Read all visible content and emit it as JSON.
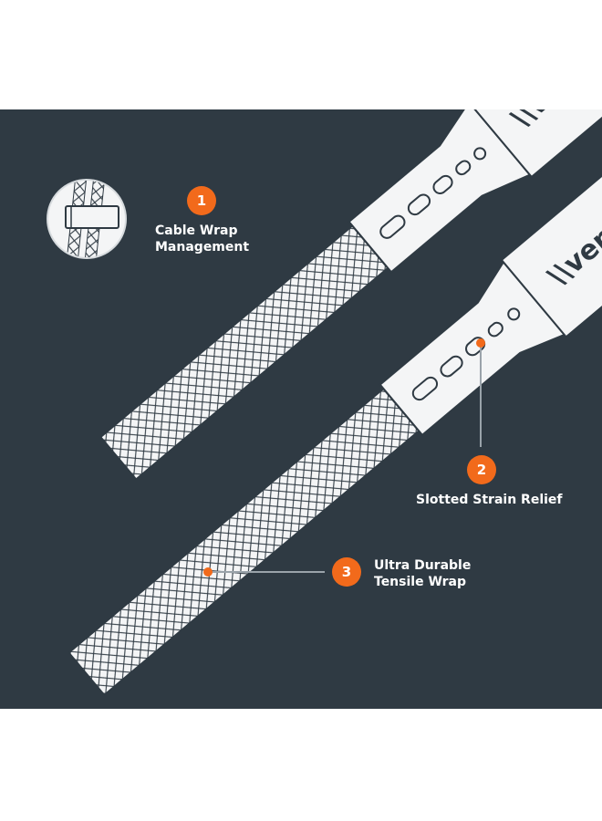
{
  "colors": {
    "background": "#ffffff",
    "panel": "#2f3a43",
    "accent": "#f26a1b",
    "cable": "#f4f5f6",
    "outline": "#2f3a43",
    "leader": "#9aa3aa"
  },
  "brand": {
    "logo_text": "ventev",
    "logo_prefix": "\\\\"
  },
  "callouts": [
    {
      "number": "1",
      "line1": "Cable Wrap",
      "line2": "Management",
      "icon": "cable-wrap-icon"
    },
    {
      "number": "2",
      "line1": "Slotted Strain Relief"
    },
    {
      "number": "3",
      "line1": "Ultra Durable",
      "line2": "Tensile Wrap"
    }
  ]
}
